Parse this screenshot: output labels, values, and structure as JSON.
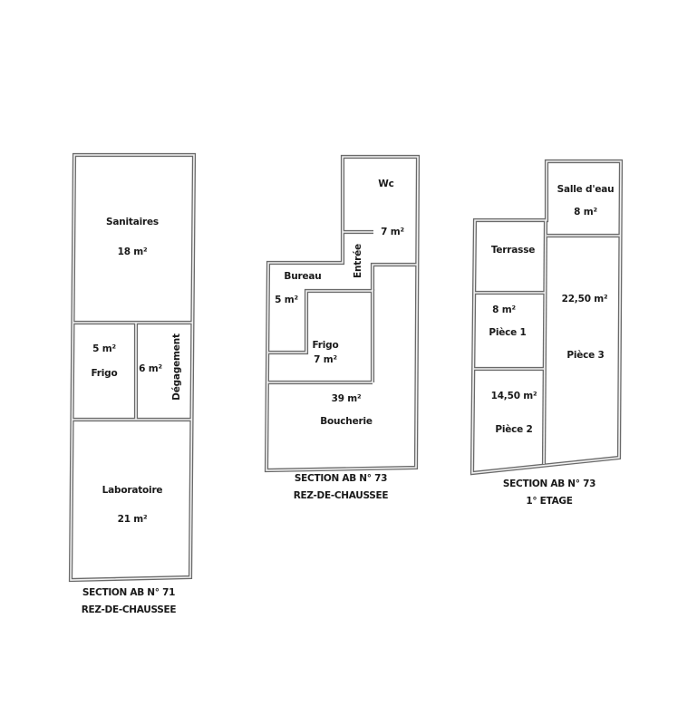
{
  "plans": [
    {
      "id": "plan-ab71-rdc",
      "caption": {
        "line1": "SECTION AB N° 71",
        "line2": "REZ-DE-CHAUSSEE"
      },
      "rooms": [
        {
          "name": "Sanitaires",
          "area": "18 m²"
        },
        {
          "name": "Frigo",
          "area": "5 m²"
        },
        {
          "name": "Dégagement",
          "area": "6 m²"
        },
        {
          "name": "Laboratoire",
          "area": "21 m²"
        }
      ]
    },
    {
      "id": "plan-ab73-rdc",
      "caption": {
        "line1": "SECTION AB N° 73",
        "line2": "REZ-DE-CHAUSSEE"
      },
      "rooms": [
        {
          "name": "Wc",
          "area": "7 m²"
        },
        {
          "name": "Entrée",
          "area": ""
        },
        {
          "name": "Bureau",
          "area": "5 m²"
        },
        {
          "name": "Frigo",
          "area": "7 m²"
        },
        {
          "name": "Boucherie",
          "area": "39 m²"
        }
      ]
    },
    {
      "id": "plan-ab73-etage1",
      "caption": {
        "line1": "SECTION AB N° 73",
        "line2": "1° ETAGE"
      },
      "rooms": [
        {
          "name": "Salle d'eau",
          "area": "8 m²"
        },
        {
          "name": "Terrasse",
          "area": ""
        },
        {
          "name": "Pièce 1",
          "area": "8 m²"
        },
        {
          "name": "Pièce 3",
          "area": "22,50 m²"
        },
        {
          "name": "Pièce 2",
          "area": "14,50 m²"
        }
      ]
    }
  ],
  "colors": {
    "wall": "#6a6a6a",
    "wall_core": "#f2f2f2",
    "text": "#1a1a1a",
    "background": "#ffffff"
  }
}
